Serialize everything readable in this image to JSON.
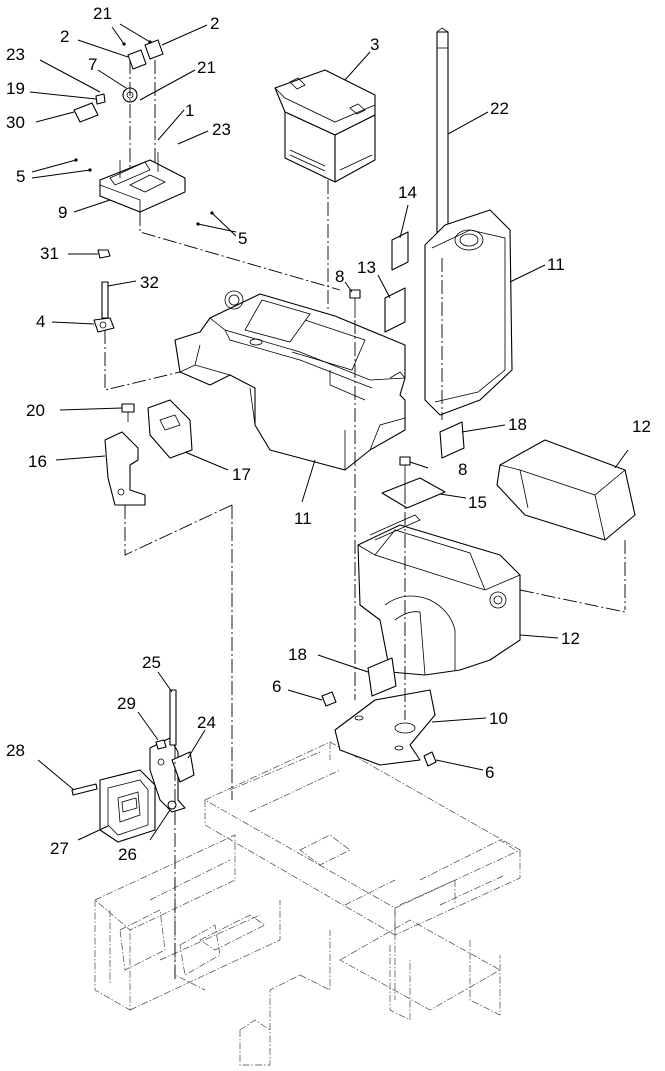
{
  "callouts": {
    "c1": "1",
    "c2a": "2",
    "c2b": "2",
    "c3": "3",
    "c4": "4",
    "c5a": "5",
    "c5b": "5",
    "c6a": "6",
    "c6b": "6",
    "c7": "7",
    "c8a": "8",
    "c8b": "8",
    "c9": "9",
    "c10": "10",
    "c11a": "11",
    "c11b": "11",
    "c12a": "12",
    "c12b": "12",
    "c13": "13",
    "c14": "14",
    "c15": "15",
    "c16": "16",
    "c17": "17",
    "c18a": "18",
    "c18b": "18",
    "c19": "19",
    "c20": "20",
    "c21a": "21",
    "c21b": "21",
    "c22": "22",
    "c23a": "23",
    "c23b": "23",
    "c24": "24",
    "c25": "25",
    "c26": "26",
    "c27": "27",
    "c28": "28",
    "c29": "29",
    "c30": "30",
    "c31": "31",
    "c32": "32"
  }
}
